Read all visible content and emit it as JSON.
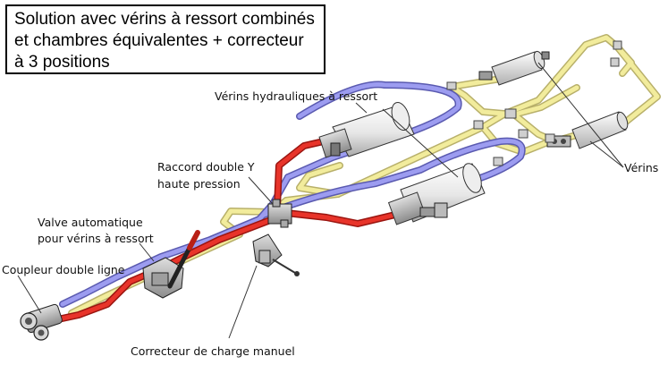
{
  "title": {
    "lines": [
      "Solution avec vérins à ressort combinés",
      "et chambres équivalentes + correcteur",
      "à 3 positions"
    ]
  },
  "labels": {
    "verins_hydrauliques": "Vérins hydrauliques à ressort",
    "verins": "Vérins",
    "raccord_line1": "Raccord double Y",
    "raccord_line2": "haute pression",
    "valve_line1": "Valve automatique",
    "valve_line2": "pour vérins à ressort",
    "coupleur": "Coupleur double ligne",
    "correcteur": "Correcteur de charge manuel"
  },
  "colors": {
    "yellow_line": "#f2ec9c",
    "yellow_stroke": "#b8b06a",
    "blue_line": "#9c9cf0",
    "blue_stroke": "#5a5ab0",
    "red_line": "#e8342a",
    "red_stroke": "#9a1510",
    "cylinder_fill": "#f0f0f0",
    "component_grey": "#bdbdbd"
  }
}
